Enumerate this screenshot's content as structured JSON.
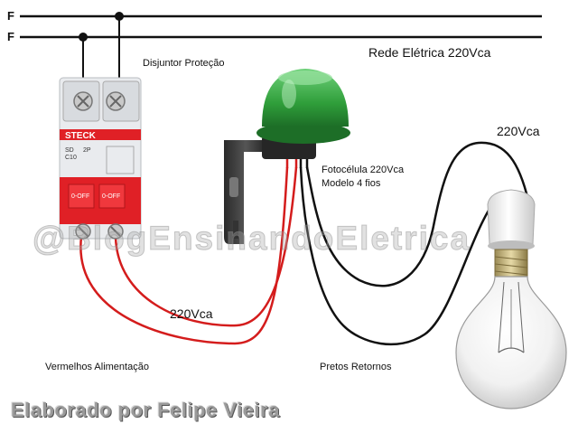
{
  "rails": {
    "phase_1_label": "F",
    "phase_2_label": "F"
  },
  "title": "Rede Elétrica 220Vca",
  "breaker": {
    "caption": "Disjuntor Proteção",
    "brand": "STECK",
    "model_line_1": "SD",
    "model_line_2": "C10",
    "poles": "2P",
    "switch_label_left": "0-OFF",
    "switch_label_right": "0-OFF",
    "color_body": "#e8eaec",
    "color_handle": "#e02026"
  },
  "photocell": {
    "caption_line_1": "Fotocélula 220Vca",
    "caption_line_2": "Modelo 4 fios",
    "color_cap": "#2f9e3a"
  },
  "lamp": {
    "voltage_label": "220Vca"
  },
  "wires": {
    "supply_voltage_label": "220Vca",
    "red_label": "Vermelhos Alimentação",
    "black_label": "Pretos Retornos",
    "color_red": "#d41c1c",
    "color_black": "#111111"
  },
  "watermark": "@BlogEnsinandoEletrica",
  "author": "Elaborado por Felipe Vieira"
}
